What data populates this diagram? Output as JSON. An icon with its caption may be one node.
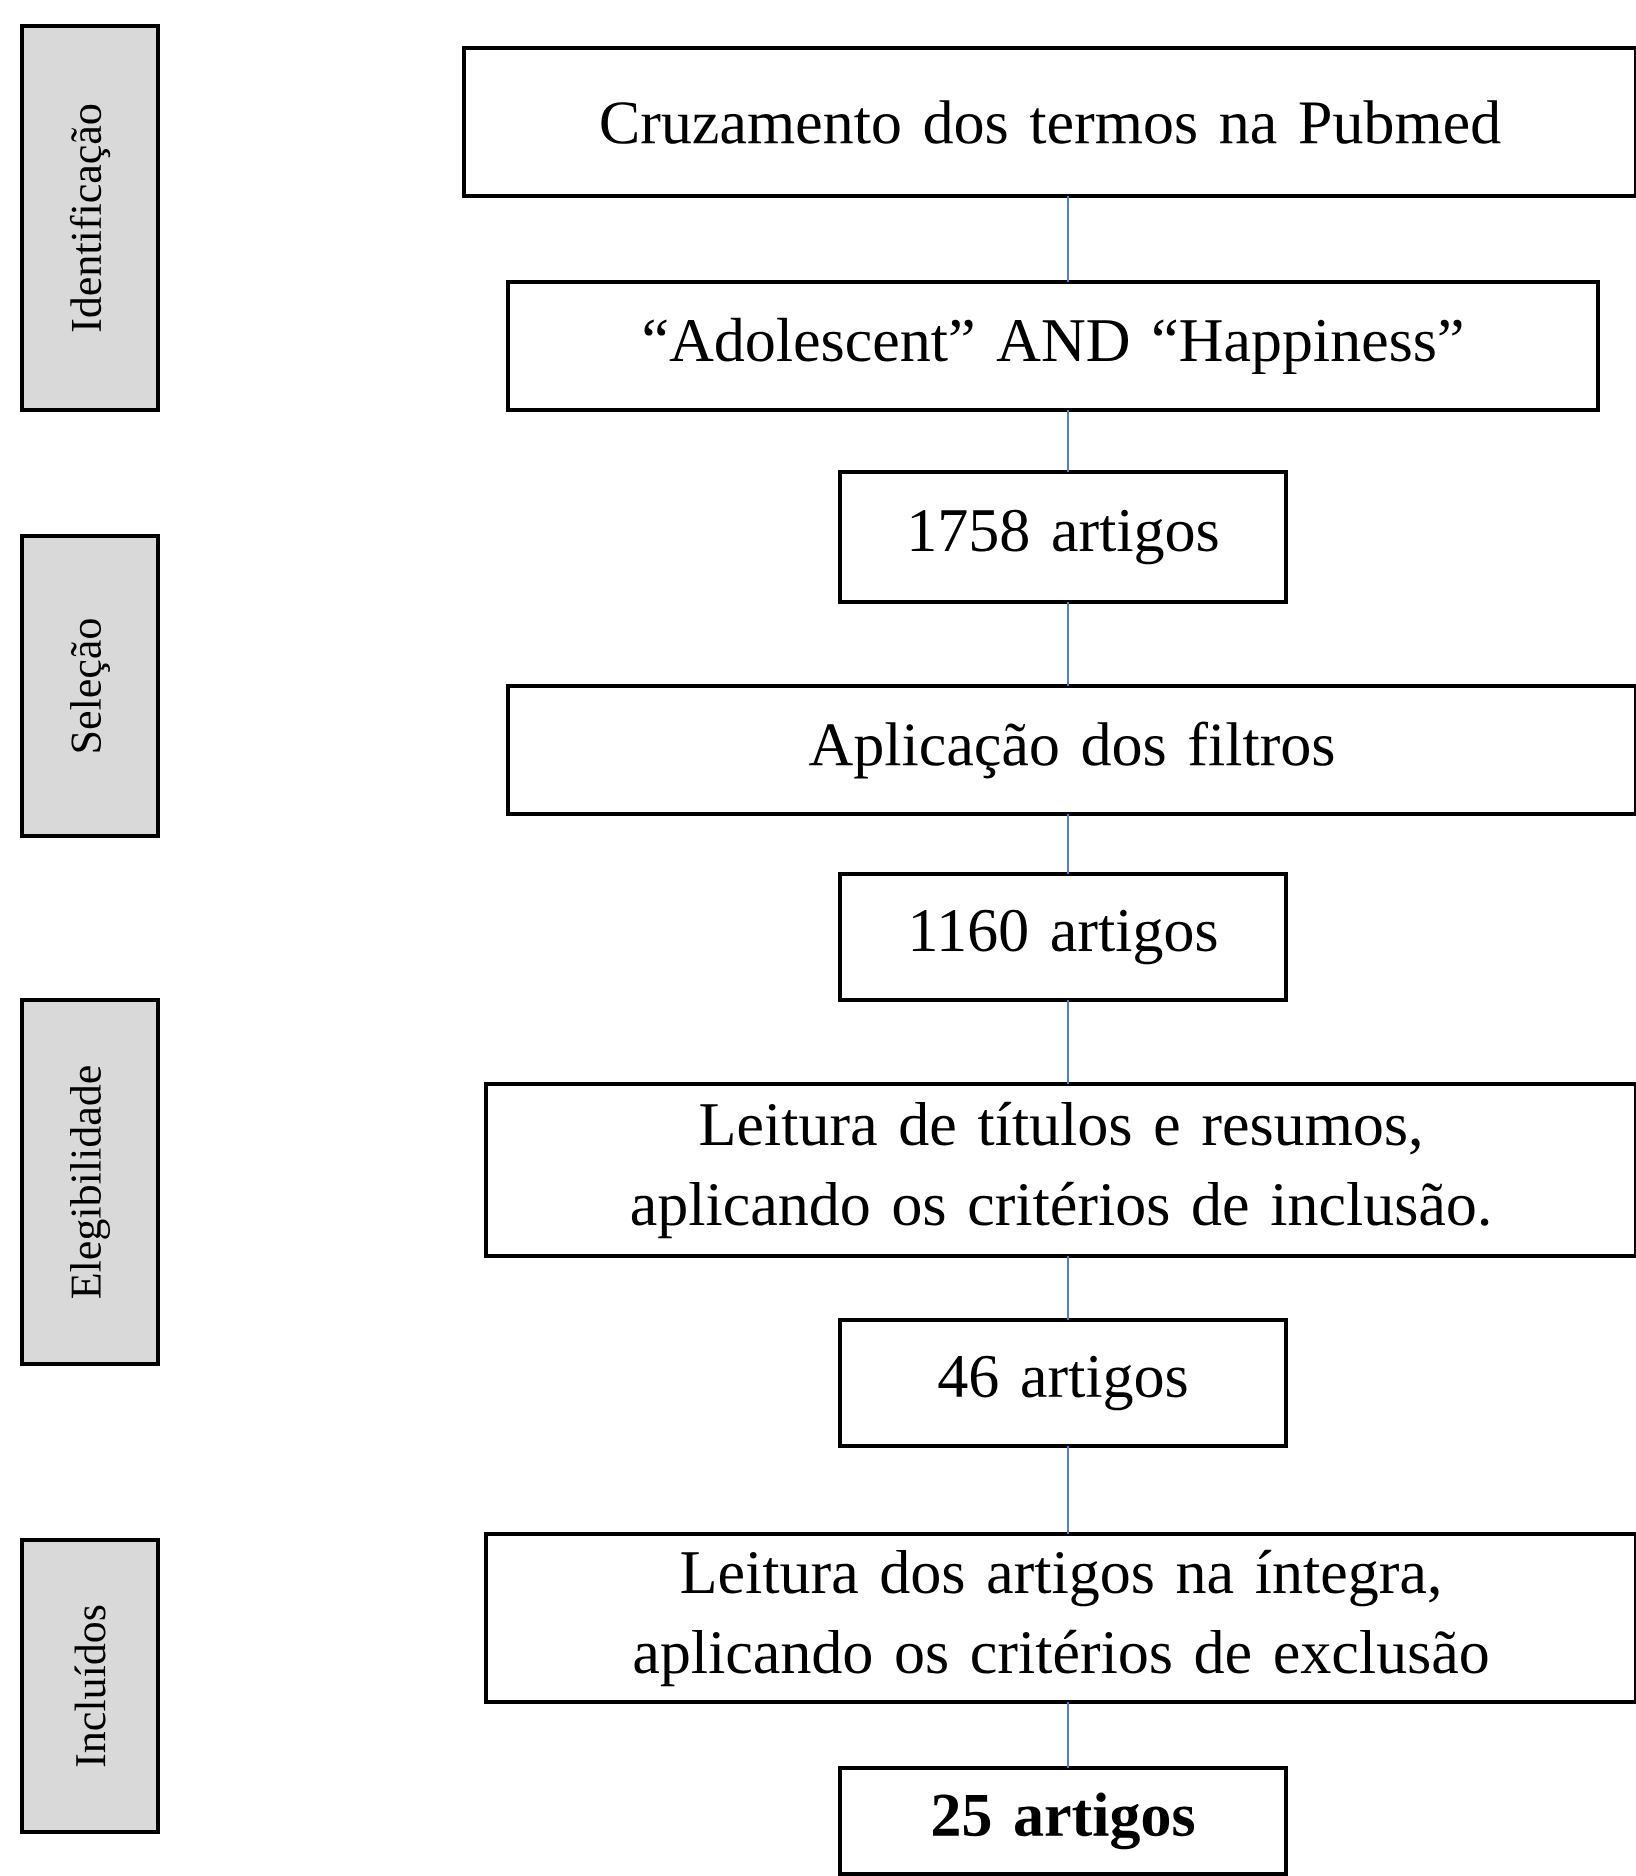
{
  "diagram": {
    "nodes": [
      {
        "text": [
          "Cruzamento dos termos na Pubmed"
        ]
      },
      {
        "text": [
          "“Adolescent” AND “Happiness”"
        ]
      },
      {
        "text": [
          "1758 artigos"
        ]
      },
      {
        "text": [
          "Aplicação dos filtros"
        ]
      },
      {
        "text": [
          "1160 artigos"
        ]
      },
      {
        "text": [
          "Leitura de títulos e resumos, aplicando os critérios de inclusão."
        ]
      },
      {
        "text": [
          "46 artigos"
        ]
      },
      {
        "text": [
          "Leitura dos artigos na íntegra, aplicando os critérios de exclusão"
        ]
      },
      {
        "text": [
          "25 artigos"
        ]
      },
      {
        "text": [
          "Identificação"
        ]
      },
      {
        "text": [
          "Seleção"
        ]
      },
      {
        "text": [
          "Elegibilidade"
        ]
      },
      {
        "text": [
          "Incluídos"
        ]
      }
    ],
    "edges": [
      {
        "from": 0,
        "to": 1,
        "arrow": "none"
      },
      {
        "from": 1,
        "to": 2,
        "arrow": "none"
      },
      {
        "from": 2,
        "to": 3,
        "arrow": "none"
      },
      {
        "from": 3,
        "to": 4,
        "arrow": "none"
      },
      {
        "from": 4,
        "to": 5,
        "arrow": "none"
      },
      {
        "from": 5,
        "to": 6,
        "arrow": "none"
      },
      {
        "from": 6,
        "to": 7,
        "arrow": "none"
      },
      {
        "from": 7,
        "to": 8,
        "arrow": "none"
      }
    ]
  }
}
